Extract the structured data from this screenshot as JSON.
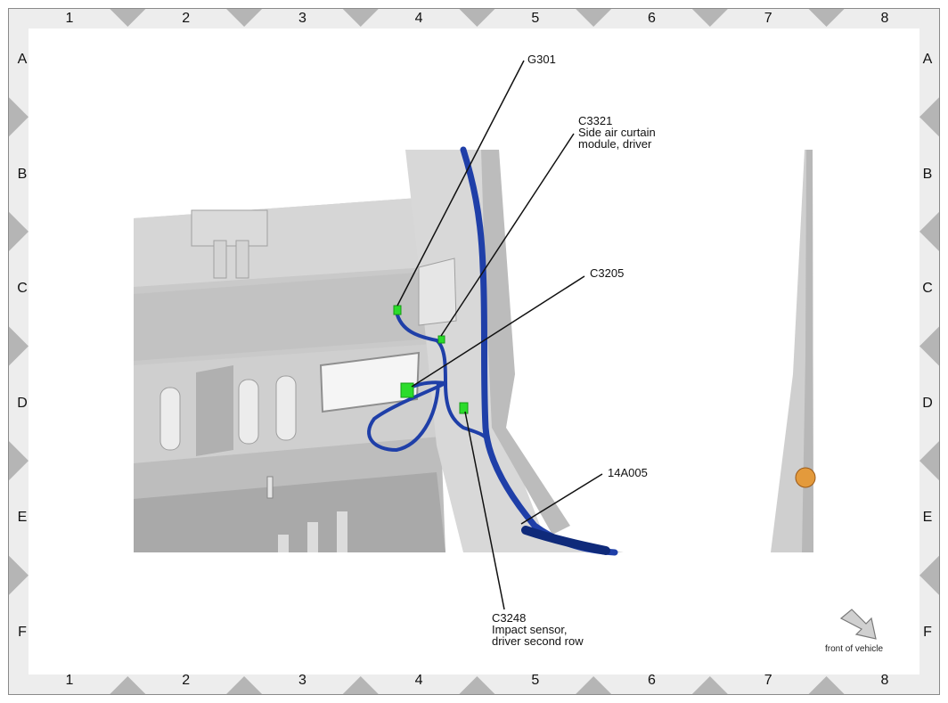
{
  "grid": {
    "columns": [
      "1",
      "2",
      "3",
      "4",
      "5",
      "6",
      "7",
      "8"
    ],
    "rows": [
      "A",
      "B",
      "C",
      "D",
      "E",
      "F"
    ]
  },
  "callouts": {
    "g301": "G301",
    "c3321": "C3321\nSide air curtain\nmodule, driver",
    "c3205": "C3205",
    "harness": "14A005",
    "c3248": "C3248\nImpact sensor,\ndriver second row"
  },
  "orientation": {
    "label": "front of vehicle"
  },
  "colors": {
    "harness": "#1f3fa8",
    "connector": "#2bdc2b",
    "panel": "#c9c9c9",
    "grommet": "#e39a3c"
  }
}
